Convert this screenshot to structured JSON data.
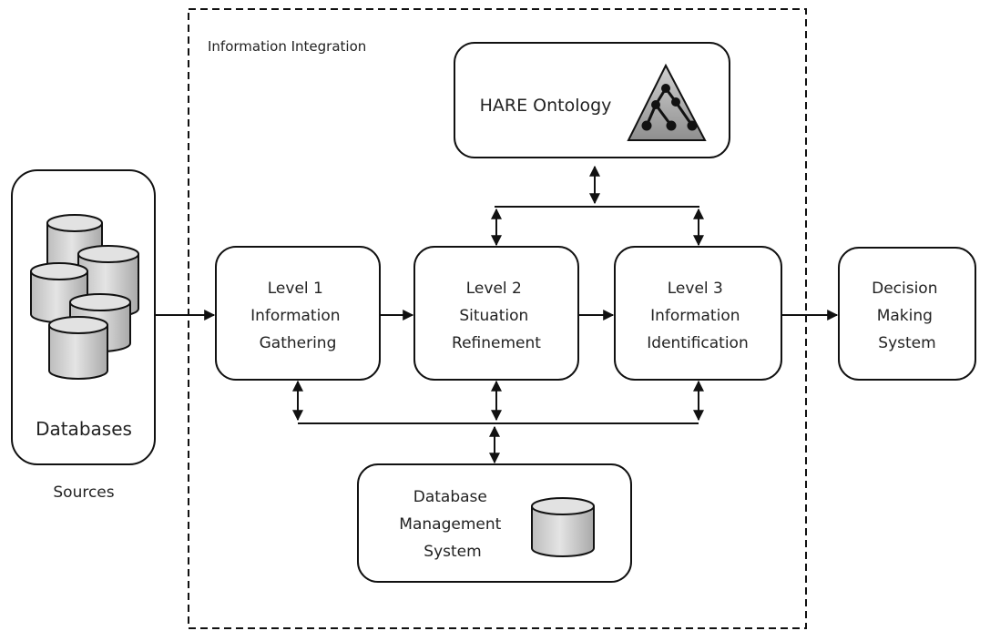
{
  "integration_label": "Information Integration",
  "sources": {
    "box_label": "Databases",
    "caption": "Sources"
  },
  "ontology": {
    "label": "HARE Ontology"
  },
  "levels": [
    {
      "lines": [
        "Level 1",
        "Information",
        "Gathering"
      ]
    },
    {
      "lines": [
        "Level 2",
        "Situation",
        "Refinement"
      ]
    },
    {
      "lines": [
        "Level 3",
        "Information",
        "Identification"
      ]
    }
  ],
  "decision": {
    "lines": [
      "Decision",
      "Making",
      "System"
    ]
  },
  "dbms": {
    "lines": [
      "Database",
      "Management",
      "System"
    ]
  },
  "colors": {
    "stroke": "#111111",
    "box_fill": "#ffffff",
    "cylinder_fill": "#d6d6d6",
    "ontology_fill": "#b8b8b8"
  }
}
